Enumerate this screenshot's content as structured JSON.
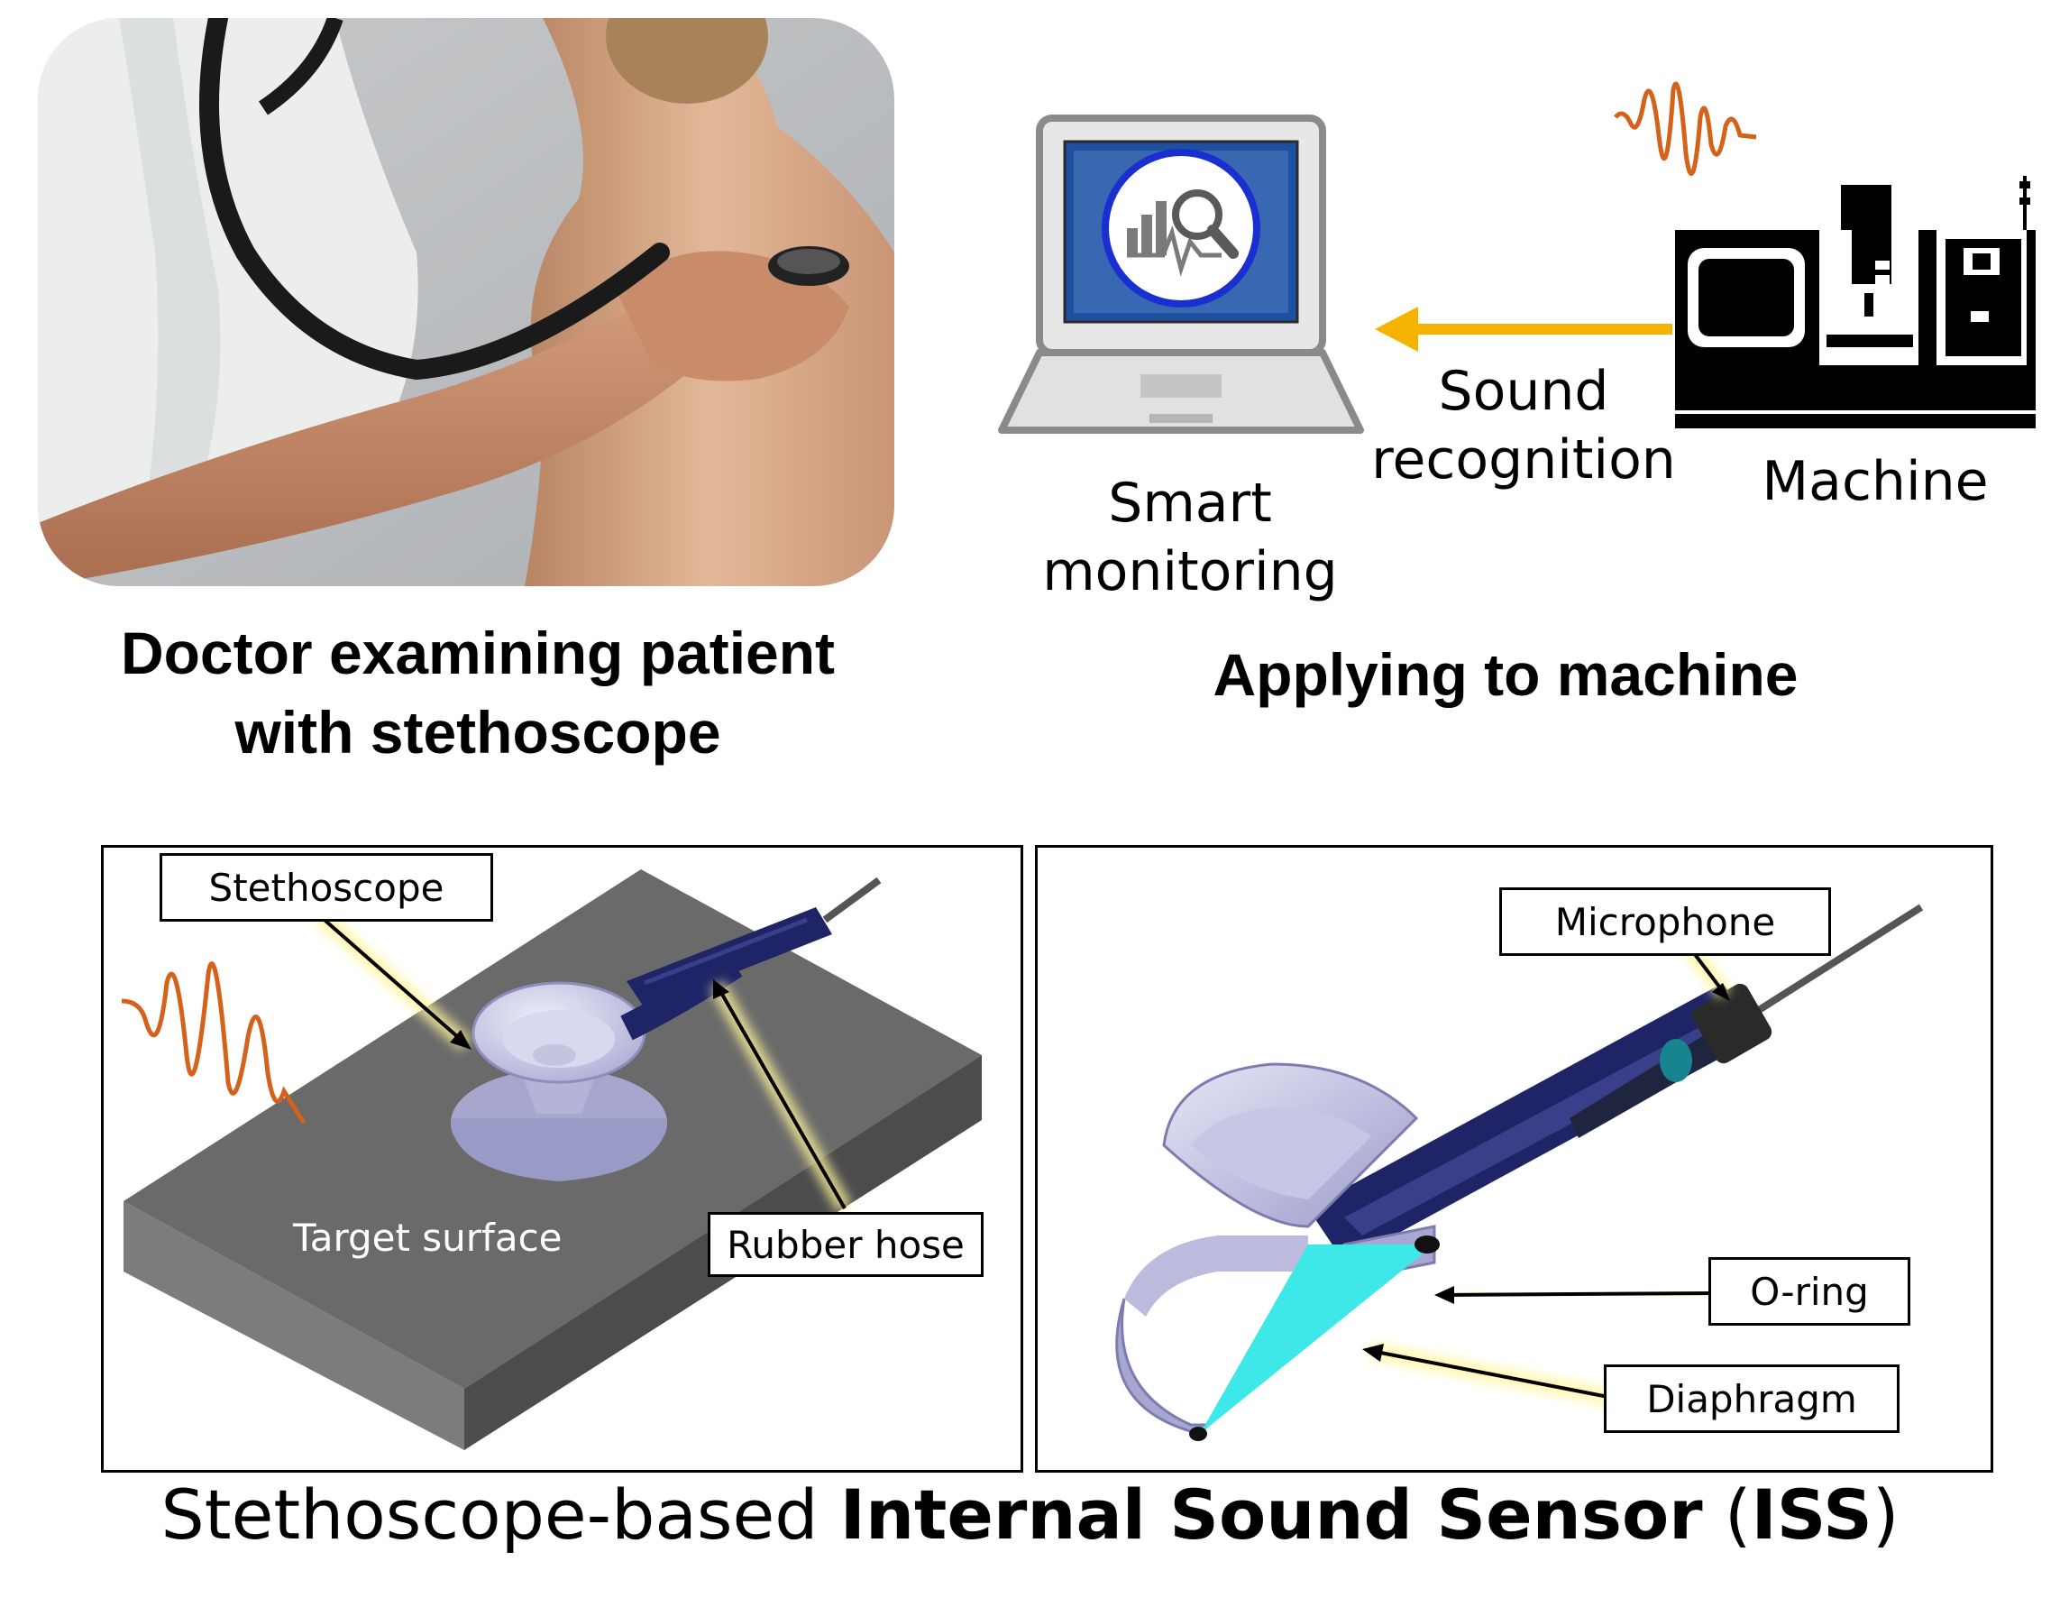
{
  "top_left": {
    "heading_line1": "Doctor examining patient",
    "heading_line2": "with stethoscope"
  },
  "top_right": {
    "heading": "Applying to machine",
    "smart_line1": "Smart",
    "smart_line2": "monitoring",
    "sound_line1": "Sound",
    "sound_line2": "recognition",
    "machine": "Machine"
  },
  "left_panel": {
    "stethoscope": "Stethoscope",
    "target_surface": "Target surface",
    "rubber_hose": "Rubber hose"
  },
  "right_panel": {
    "microphone": "Microphone",
    "o_ring": "O-ring",
    "diaphragm": "Diaphragm"
  },
  "caption": {
    "part1": "Stethoscope-based ",
    "part2": "Internal Sound Sensor",
    "part3": " (",
    "part4": "ISS",
    "part5": ")"
  },
  "colors": {
    "arrow_orange": "#f5b300",
    "wave_orange": "#d4621a",
    "screen_blue": "#1e4fa0",
    "diaphragm_cyan": "#3fe8e8",
    "surface_gray": "#707070",
    "stethoscope_lavender": "#c9c9e8",
    "hose_navy": "#1f2466"
  },
  "icons": [
    "laptop-icon",
    "monitoring-magnifier-icon",
    "sound-wave-icon",
    "cnc-machine-icon"
  ]
}
